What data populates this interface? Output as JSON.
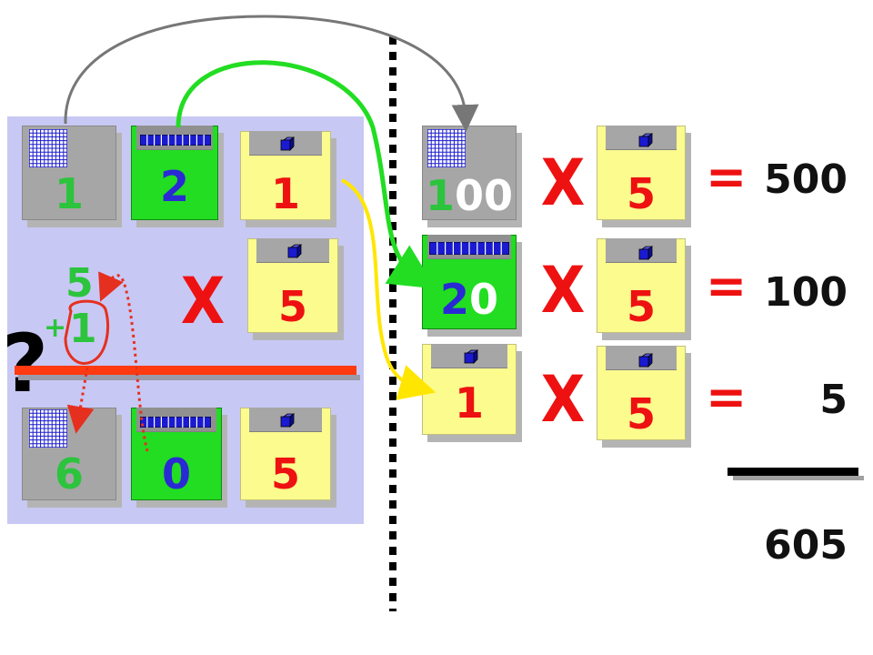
{
  "left_block": {
    "top_row": [
      "1",
      "2",
      "1"
    ],
    "multiplier": "5",
    "multiply_sign": "X",
    "carry_top": "5",
    "carry_plus": "+",
    "carry_bottom": "1",
    "question_mark": "?",
    "bottom_row": [
      "6",
      "0",
      "5"
    ]
  },
  "right_block": {
    "rows": [
      {
        "value_first": "1",
        "value_rest": "00",
        "sign": "X",
        "factor": "5",
        "equals": "=",
        "result": "500"
      },
      {
        "value_first": "2",
        "value_rest": "0",
        "sign": "X",
        "factor": "5",
        "equals": "=",
        "result": "100"
      },
      {
        "value_first": "1",
        "value_rest": "",
        "sign": "X",
        "factor": "5",
        "equals": "=",
        "result": "5"
      }
    ],
    "total": "605"
  },
  "colors": {
    "panel": "#c8c8f4",
    "green": "#2bc43c",
    "blue": "#2a2ad4",
    "red": "#ee1111",
    "card_gray": "#a6a6a6",
    "card_green": "#22dd22",
    "card_yellow": "#fbfb8e",
    "cube": "#1a1ad0"
  },
  "icons": [
    "hundred-square-icon",
    "ten-rod-icon",
    "unit-cube-icon"
  ]
}
